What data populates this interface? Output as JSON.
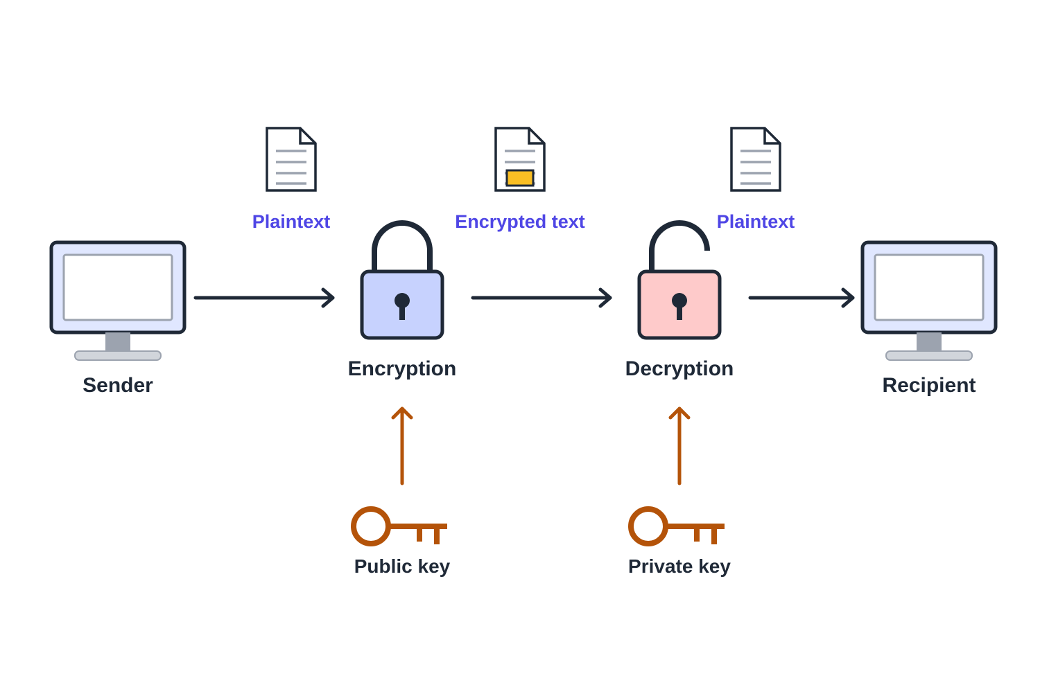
{
  "nodes": {
    "sender": "Sender",
    "encryption": "Encryption",
    "decryption": "Decryption",
    "recipient": "Recipient"
  },
  "documents": {
    "plaintext_in": "Plaintext",
    "ciphertext": "Encrypted text",
    "plaintext_out": "Plaintext"
  },
  "keys": {
    "public": "Public key",
    "private": "Private key"
  },
  "colors": {
    "ink": "#1f2937",
    "doc_label": "#4f46e5",
    "key": "#b45309",
    "lock_closed_fill": "#c7d2fe",
    "lock_open_fill": "#fecaca",
    "screen_bezel": "#e0e7ff",
    "cipher_block": "#fbbf24"
  },
  "icons": [
    "monitor-icon",
    "document-icon",
    "encrypted-document-icon",
    "padlock-closed-icon",
    "padlock-open-icon",
    "key-icon"
  ]
}
